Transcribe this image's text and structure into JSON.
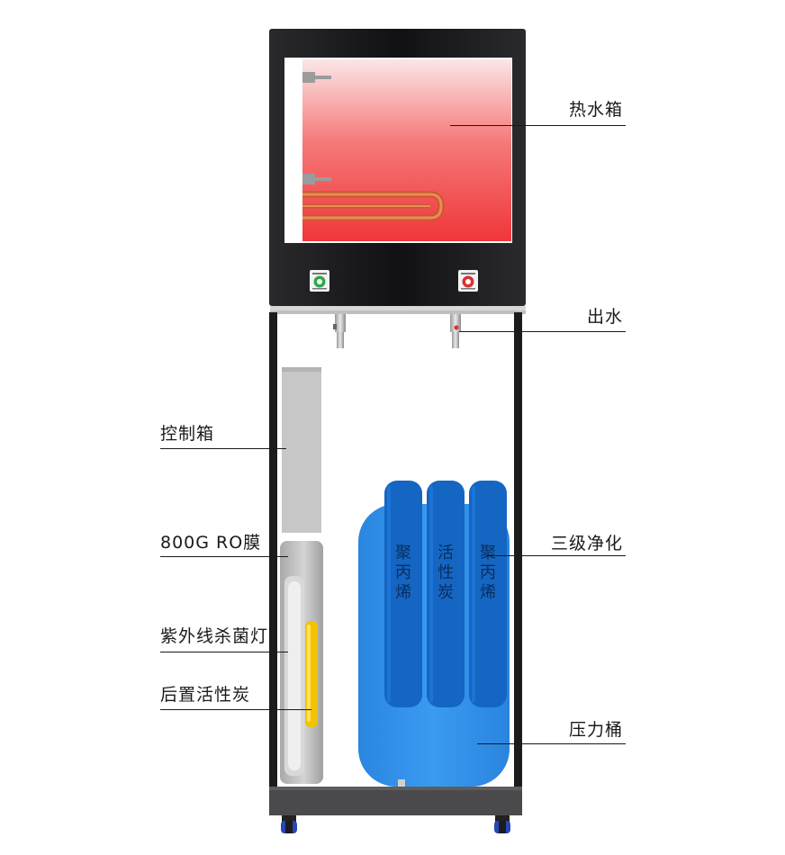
{
  "labels": {
    "hot_tank": "热水箱",
    "outlet": "出水",
    "control_box": "控制箱",
    "ro_membrane": "800G RO膜",
    "uv_lamp": "紫外线杀菌灯",
    "post_carbon": "后置活性炭",
    "three_stage": "三级净化",
    "pressure_tank": "压力桶"
  },
  "filters": [
    {
      "label": "聚丙烯"
    },
    {
      "label": "活性炭"
    },
    {
      "label": "聚丙烯"
    }
  ],
  "colors": {
    "cabinet": "#1c1c1e",
    "hot_water_top": "#f8d3d3",
    "hot_water_bottom": "#f23a3a",
    "heating_element": "#d9663a",
    "control_box": "#c4c4c4",
    "ro_membrane": "#bdbdbd",
    "uv_lamp": "#f3c300",
    "filter_cartridge": "#1565c0",
    "pressure_tank": "#2f8de4",
    "caster": "#2747b8"
  },
  "icons": [
    "cold-water-button-icon",
    "hot-water-button-icon",
    "faucet-icon",
    "caster-wheel-icon"
  ]
}
